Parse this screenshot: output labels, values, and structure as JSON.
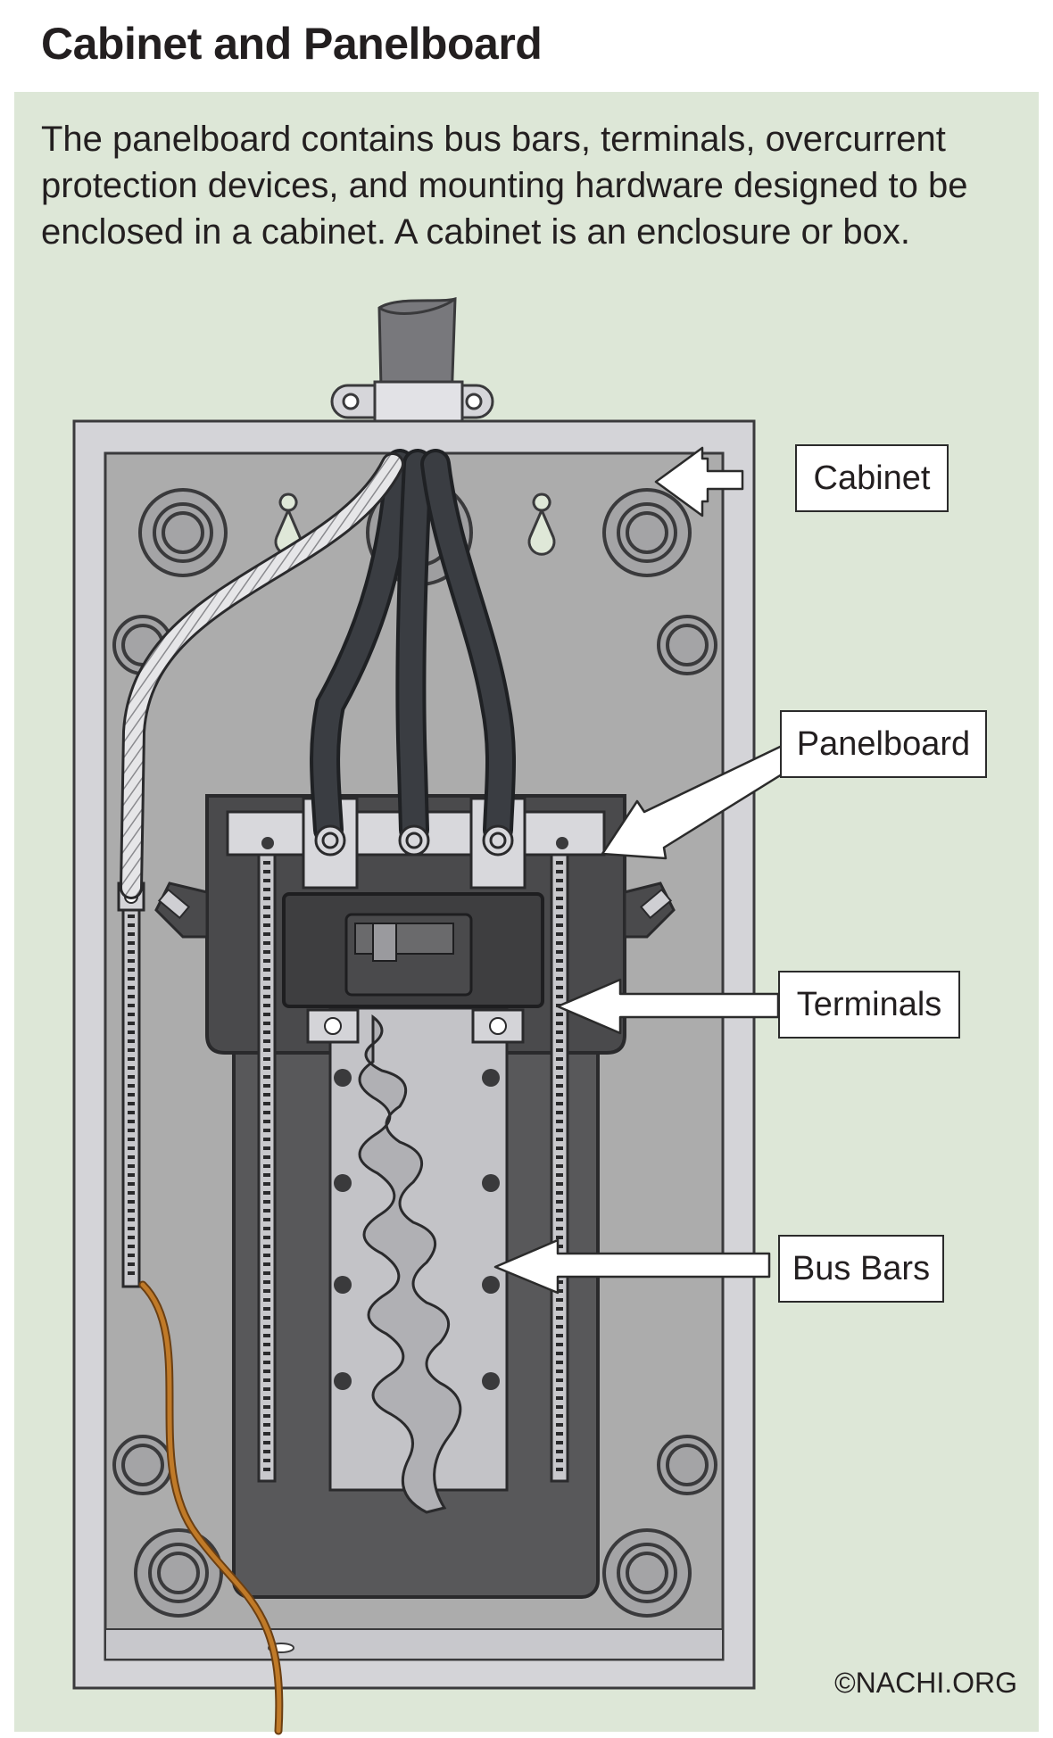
{
  "header": {
    "title": "Cabinet and Panelboard"
  },
  "description": "The panelboard contains bus bars, terminals, overcurrent protection devices, and mounting hardware designed to be enclosed in a cabinet. A cabinet is an enclosure or box.",
  "callouts": {
    "cabinet": "Cabinet",
    "panelboard": "Panelboard",
    "terminals": "Terminals",
    "bus_bars": "Bus Bars"
  },
  "credit": "©NACHI.ORG",
  "colors": {
    "background": "#dde7d7",
    "cabinet_frame": "#d4d4d8",
    "cabinet_interior": "#acacac",
    "panelboard_body": "#4a4a4c",
    "bus_bar": "#c3c3c7",
    "conductor": "#3a3d42",
    "ground_wire": "#c07a28"
  }
}
